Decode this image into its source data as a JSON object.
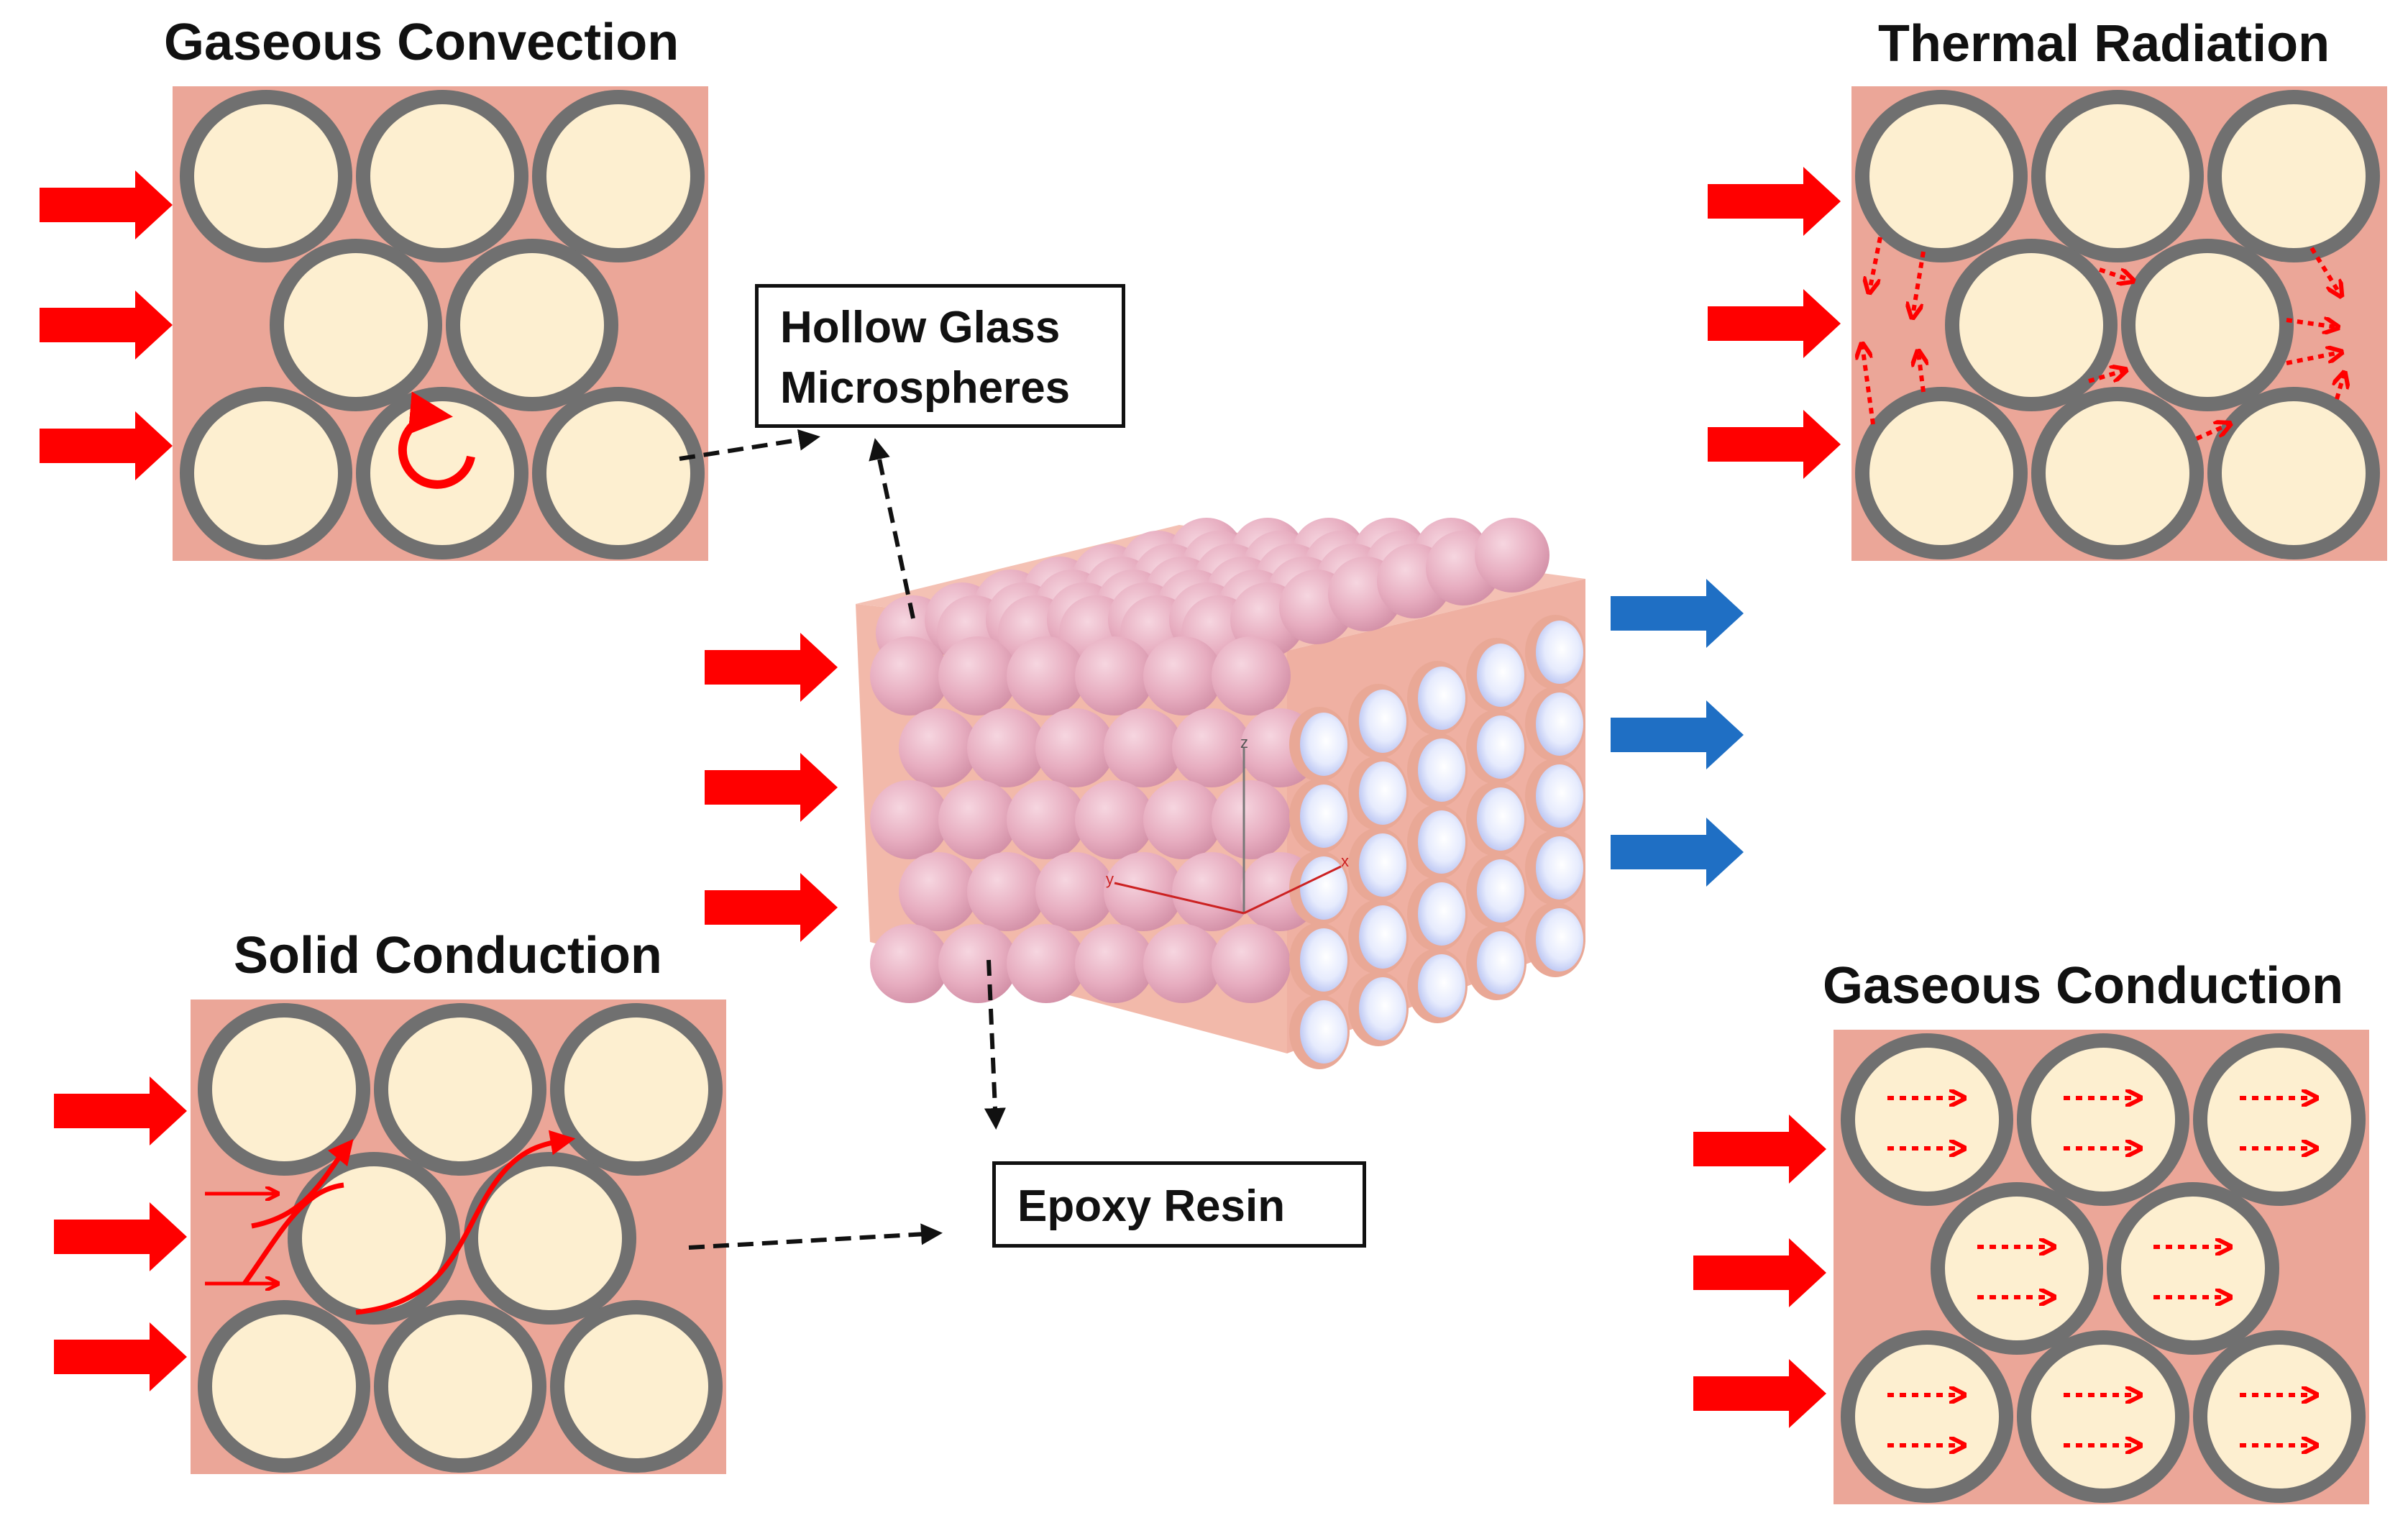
{
  "labels": {
    "gaseous_convection": "Gaseous Convection",
    "thermal_radiation": "Thermal Radiation",
    "solid_conduction": "Solid Conduction",
    "gaseous_conduction": "Gaseous Conduction"
  },
  "callouts": {
    "hollow_glass_line1": "Hollow Glass",
    "hollow_glass_line2": "Microspheres",
    "epoxy_resin": "Epoxy Resin"
  },
  "axes": {
    "x": "x",
    "y": "y",
    "z": "z"
  },
  "colors": {
    "panel": "#eba698",
    "sphere_shell": "#707070",
    "sphere_core": "#fdefd0",
    "heat_in_arrow": "#ff0000",
    "heat_out_arrow": "#1f6fc4",
    "cube_face": "#f2b9aa",
    "sphere_pink": "#e9b3c4",
    "sphere_hollow": "#dfe6fb"
  }
}
